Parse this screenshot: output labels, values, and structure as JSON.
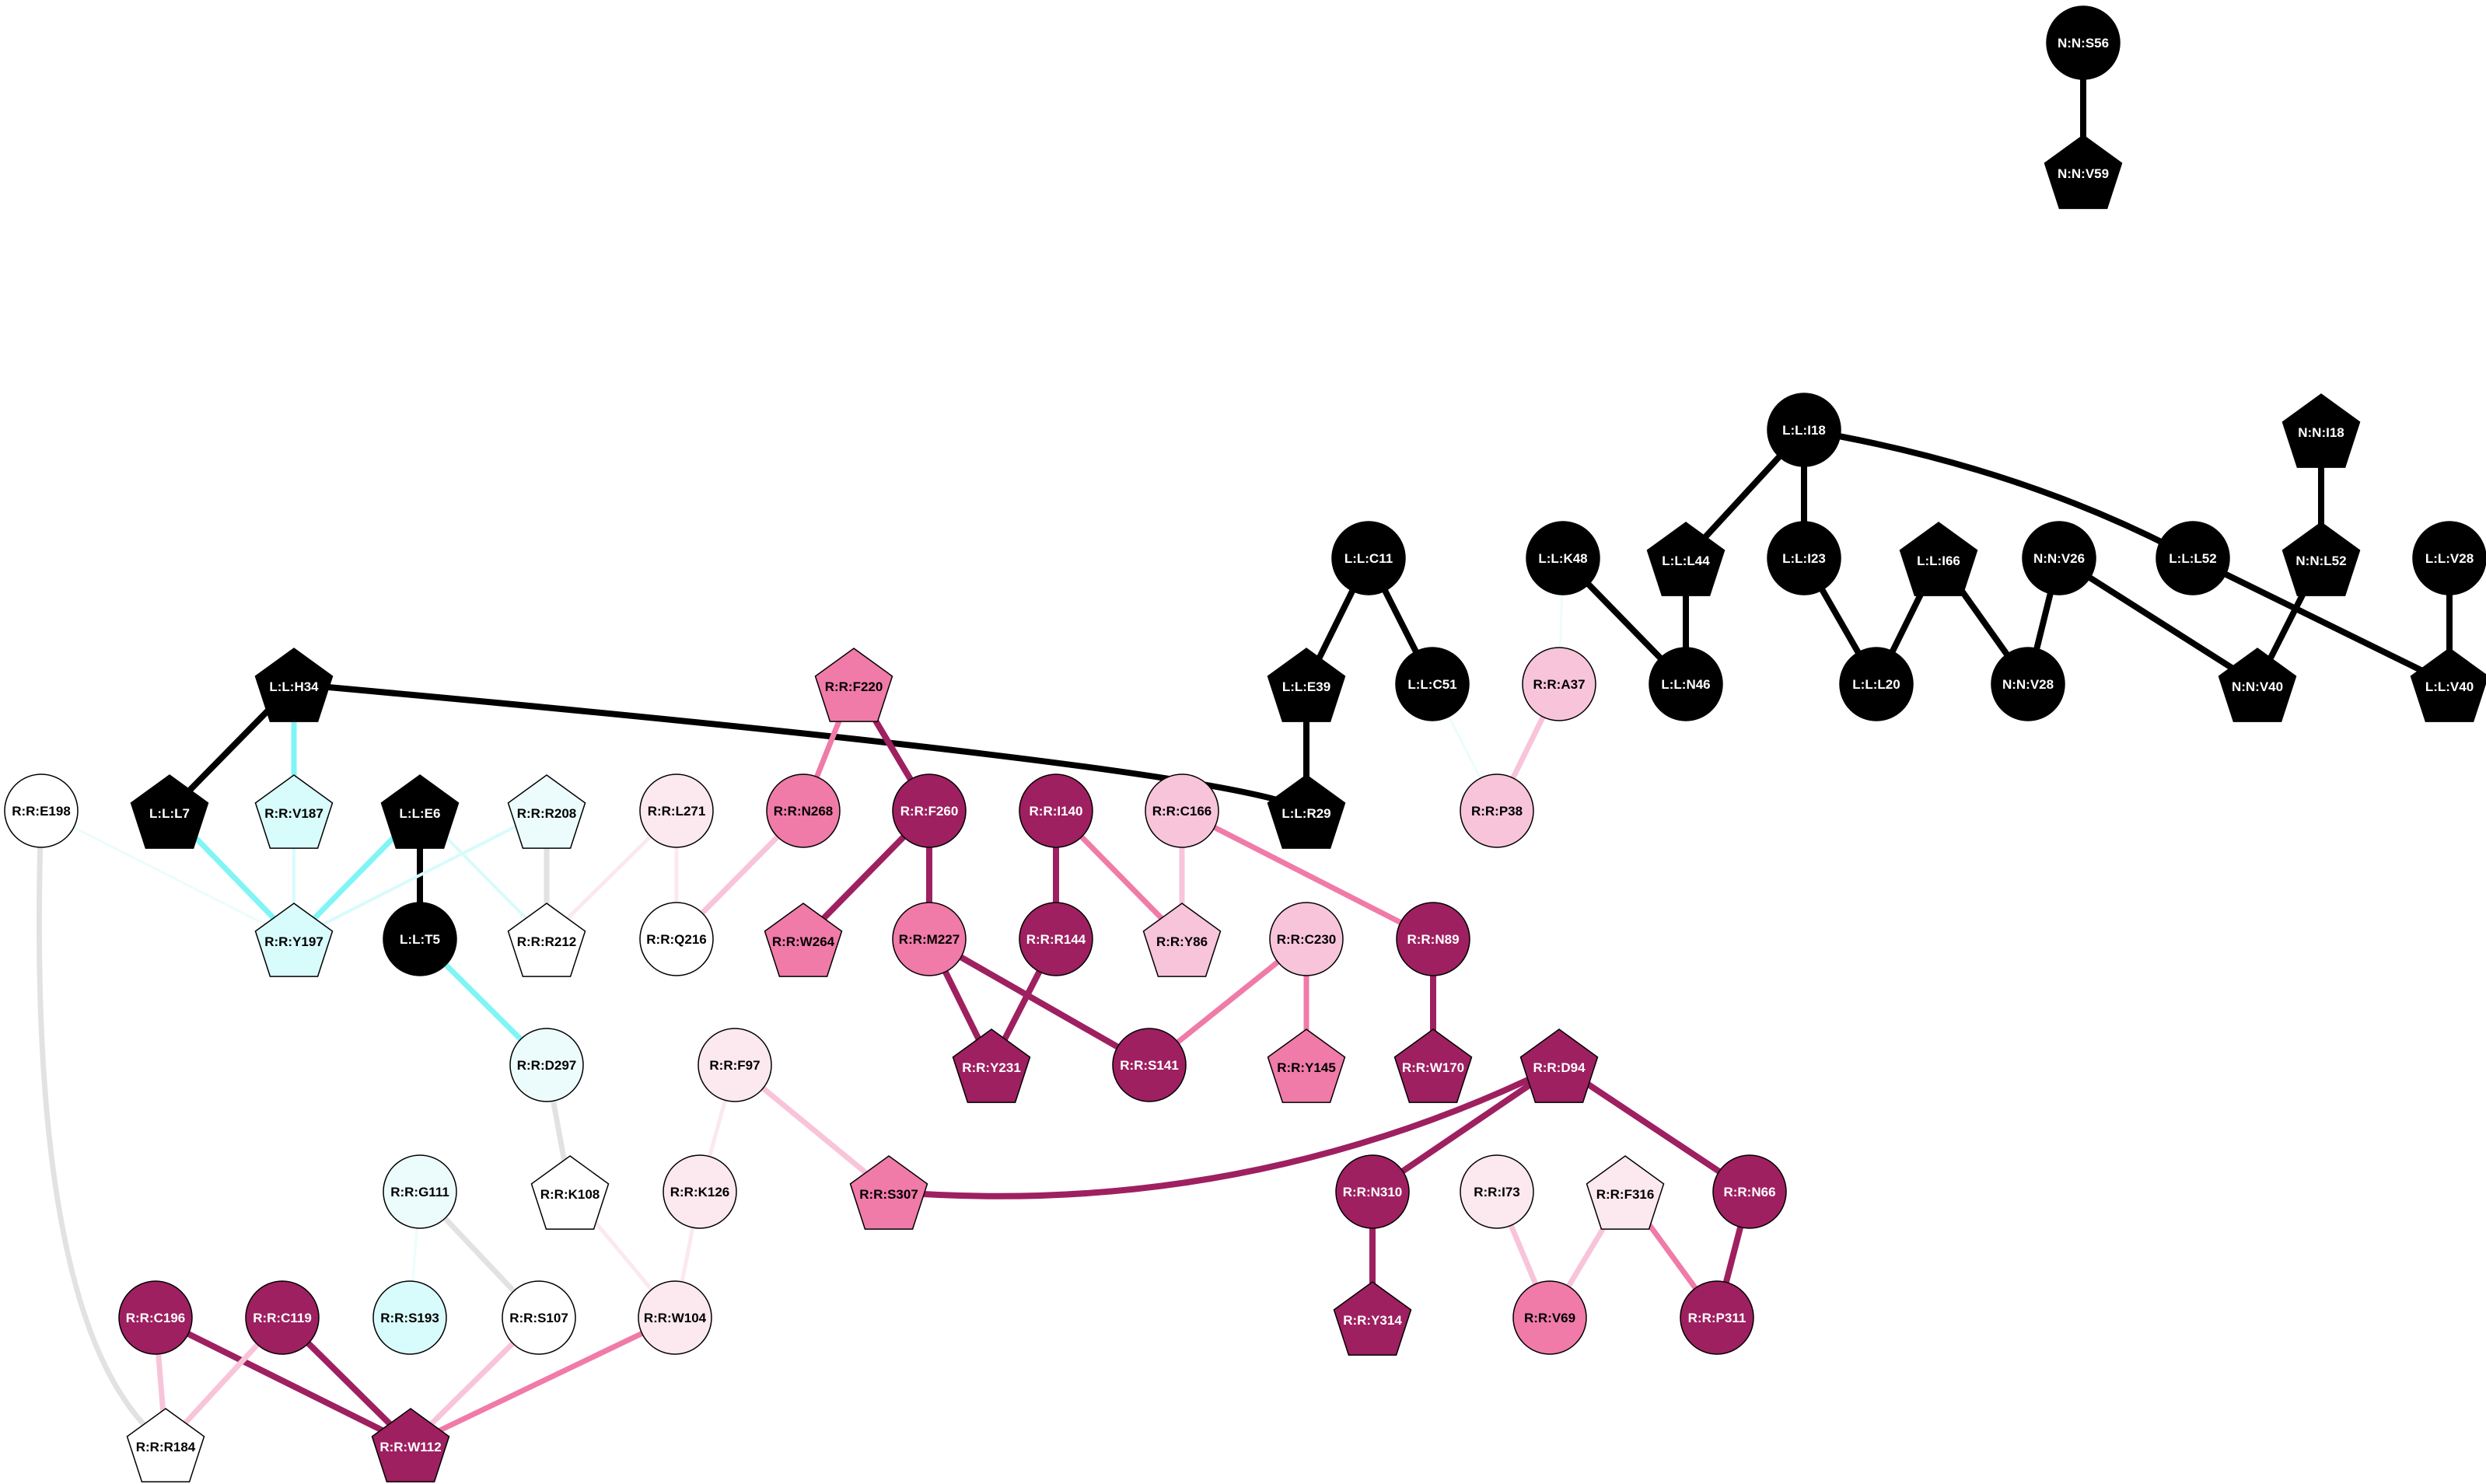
{
  "colors": {
    "black": "#000000",
    "crimson": "#9e2060",
    "pink": "#f07aa8",
    "light_pink": "#f8c4da",
    "pale_pink": "#fce8ef",
    "cyan": "#7ff5f5",
    "light_cyan": "#d8fbfb",
    "pale_cyan": "#ecfcfc",
    "white": "#ffffff",
    "gray": "#e2e2e2"
  },
  "nodes": [
    {
      "id": "NS56",
      "label": "N:N:S56",
      "shape": "circle",
      "fill": "black"
    },
    {
      "id": "NV59",
      "label": "N:N:V59",
      "shape": "pentagon",
      "fill": "black"
    },
    {
      "id": "LI18",
      "label": "L:L:I18",
      "shape": "circle",
      "fill": "black"
    },
    {
      "id": "NI18",
      "label": "N:N:I18",
      "shape": "pentagon",
      "fill": "black"
    },
    {
      "id": "LC11",
      "label": "L:L:C11",
      "shape": "circle",
      "fill": "black"
    },
    {
      "id": "LK48",
      "label": "L:L:K48",
      "shape": "circle",
      "fill": "black"
    },
    {
      "id": "LL44",
      "label": "L:L:L44",
      "shape": "pentagon",
      "fill": "black"
    },
    {
      "id": "LI23",
      "label": "L:L:I23",
      "shape": "circle",
      "fill": "black"
    },
    {
      "id": "LI66",
      "label": "L:L:I66",
      "shape": "pentagon",
      "fill": "black"
    },
    {
      "id": "NV26",
      "label": "N:N:V26",
      "shape": "circle",
      "fill": "black"
    },
    {
      "id": "LL52",
      "label": "L:L:L52",
      "shape": "circle",
      "fill": "black"
    },
    {
      "id": "NL52",
      "label": "N:N:L52",
      "shape": "pentagon",
      "fill": "black"
    },
    {
      "id": "LV28",
      "label": "L:L:V28",
      "shape": "circle",
      "fill": "black"
    },
    {
      "id": "LH34",
      "label": "L:L:H34",
      "shape": "pentagon",
      "fill": "black"
    },
    {
      "id": "RF220",
      "label": "R:R:F220",
      "shape": "pentagon",
      "fill": "pink"
    },
    {
      "id": "LE39",
      "label": "L:L:E39",
      "shape": "pentagon",
      "fill": "black"
    },
    {
      "id": "LC51",
      "label": "L:L:C51",
      "shape": "circle",
      "fill": "black"
    },
    {
      "id": "RA37",
      "label": "R:R:A37",
      "shape": "circle",
      "fill": "light_pink"
    },
    {
      "id": "LN46",
      "label": "L:L:N46",
      "shape": "circle",
      "fill": "black"
    },
    {
      "id": "LL20",
      "label": "L:L:L20",
      "shape": "circle",
      "fill": "black"
    },
    {
      "id": "NV28",
      "label": "N:N:V28",
      "shape": "circle",
      "fill": "black"
    },
    {
      "id": "NV40",
      "label": "N:N:V40",
      "shape": "pentagon",
      "fill": "black"
    },
    {
      "id": "LV40",
      "label": "L:L:V40",
      "shape": "pentagon",
      "fill": "black"
    },
    {
      "id": "RE198",
      "label": "R:R:E198",
      "shape": "circle",
      "fill": "white"
    },
    {
      "id": "LL7",
      "label": "L:L:L7",
      "shape": "pentagon",
      "fill": "black"
    },
    {
      "id": "RV187",
      "label": "R:R:V187",
      "shape": "pentagon",
      "fill": "light_cyan"
    },
    {
      "id": "LE6",
      "label": "L:L:E6",
      "shape": "pentagon",
      "fill": "black"
    },
    {
      "id": "RR208",
      "label": "R:R:R208",
      "shape": "pentagon",
      "fill": "pale_cyan"
    },
    {
      "id": "RL271",
      "label": "R:R:L271",
      "shape": "circle",
      "fill": "pale_pink"
    },
    {
      "id": "RN268",
      "label": "R:R:N268",
      "shape": "circle",
      "fill": "pink"
    },
    {
      "id": "RF260",
      "label": "R:R:F260",
      "shape": "circle",
      "fill": "crimson"
    },
    {
      "id": "RI140",
      "label": "R:R:I140",
      "shape": "circle",
      "fill": "crimson"
    },
    {
      "id": "RC166",
      "label": "R:R:C166",
      "shape": "circle",
      "fill": "light_pink"
    },
    {
      "id": "LR29",
      "label": "L:L:R29",
      "shape": "pentagon",
      "fill": "black"
    },
    {
      "id": "RP38",
      "label": "R:R:P38",
      "shape": "circle",
      "fill": "light_pink"
    },
    {
      "id": "RY197",
      "label": "R:R:Y197",
      "shape": "pentagon",
      "fill": "light_cyan"
    },
    {
      "id": "LT5",
      "label": "L:L:T5",
      "shape": "circle",
      "fill": "black"
    },
    {
      "id": "RR212",
      "label": "R:R:R212",
      "shape": "pentagon",
      "fill": "white"
    },
    {
      "id": "RQ216",
      "label": "R:R:Q216",
      "shape": "circle",
      "fill": "white"
    },
    {
      "id": "RW264",
      "label": "R:R:W264",
      "shape": "pentagon",
      "fill": "pink"
    },
    {
      "id": "RM227",
      "label": "R:R:M227",
      "shape": "circle",
      "fill": "pink"
    },
    {
      "id": "RR144",
      "label": "R:R:R144",
      "shape": "circle",
      "fill": "crimson"
    },
    {
      "id": "RY86",
      "label": "R:R:Y86",
      "shape": "pentagon",
      "fill": "light_pink"
    },
    {
      "id": "RC230",
      "label": "R:R:C230",
      "shape": "circle",
      "fill": "light_pink"
    },
    {
      "id": "RN89",
      "label": "R:R:N89",
      "shape": "circle",
      "fill": "crimson"
    },
    {
      "id": "RD297",
      "label": "R:R:D297",
      "shape": "circle",
      "fill": "pale_cyan"
    },
    {
      "id": "RF97",
      "label": "R:R:F97",
      "shape": "circle",
      "fill": "pale_pink"
    },
    {
      "id": "RY231",
      "label": "R:R:Y231",
      "shape": "pentagon",
      "fill": "crimson"
    },
    {
      "id": "RS141",
      "label": "R:R:S141",
      "shape": "circle",
      "fill": "crimson"
    },
    {
      "id": "RY145",
      "label": "R:R:Y145",
      "shape": "pentagon",
      "fill": "pink"
    },
    {
      "id": "RW170",
      "label": "R:R:W170",
      "shape": "pentagon",
      "fill": "crimson"
    },
    {
      "id": "RD94",
      "label": "R:R:D94",
      "shape": "pentagon",
      "fill": "crimson"
    },
    {
      "id": "RG111",
      "label": "R:R:G111",
      "shape": "circle",
      "fill": "pale_cyan"
    },
    {
      "id": "RK108",
      "label": "R:R:K108",
      "shape": "pentagon",
      "fill": "white"
    },
    {
      "id": "RK126",
      "label": "R:R:K126",
      "shape": "circle",
      "fill": "pale_pink"
    },
    {
      "id": "RS307",
      "label": "R:R:S307",
      "shape": "pentagon",
      "fill": "pink"
    },
    {
      "id": "RN310",
      "label": "R:R:N310",
      "shape": "circle",
      "fill": "crimson"
    },
    {
      "id": "RI73",
      "label": "R:R:I73",
      "shape": "circle",
      "fill": "pale_pink"
    },
    {
      "id": "RF316",
      "label": "R:R:F316",
      "shape": "pentagon",
      "fill": "pale_pink"
    },
    {
      "id": "RN66",
      "label": "R:R:N66",
      "shape": "circle",
      "fill": "crimson"
    },
    {
      "id": "RC196",
      "label": "R:R:C196",
      "shape": "circle",
      "fill": "crimson"
    },
    {
      "id": "RC119",
      "label": "R:R:C119",
      "shape": "circle",
      "fill": "crimson"
    },
    {
      "id": "RS193",
      "label": "R:R:S193",
      "shape": "circle",
      "fill": "light_cyan"
    },
    {
      "id": "RS107",
      "label": "R:R:S107",
      "shape": "circle",
      "fill": "white"
    },
    {
      "id": "RW104",
      "label": "R:R:W104",
      "shape": "circle",
      "fill": "pale_pink"
    },
    {
      "id": "RY314",
      "label": "R:R:Y314",
      "shape": "pentagon",
      "fill": "crimson"
    },
    {
      "id": "RV69",
      "label": "R:R:V69",
      "shape": "circle",
      "fill": "pink"
    },
    {
      "id": "RP311",
      "label": "R:R:P311",
      "shape": "circle",
      "fill": "crimson"
    },
    {
      "id": "RR184",
      "label": "R:R:R184",
      "shape": "pentagon",
      "fill": "white"
    },
    {
      "id": "RW112",
      "label": "R:R:W112",
      "shape": "pentagon",
      "fill": "crimson"
    }
  ],
  "edges": [
    {
      "source": "NS56",
      "target": "NV59",
      "color": "black"
    },
    {
      "source": "LI18",
      "target": "LL44",
      "color": "black"
    },
    {
      "source": "LI18",
      "target": "LI23",
      "color": "black"
    },
    {
      "source": "LI18",
      "target": "LL52",
      "color": "black"
    },
    {
      "source": "NI18",
      "target": "NL52",
      "color": "black"
    },
    {
      "source": "LC11",
      "target": "LE39",
      "color": "black"
    },
    {
      "source": "LC11",
      "target": "LC51",
      "color": "black"
    },
    {
      "source": "LK48",
      "target": "LN46",
      "color": "black"
    },
    {
      "source": "LK48",
      "target": "RA37",
      "color": "pale_cyan"
    },
    {
      "source": "LL44",
      "target": "LN46",
      "color": "black"
    },
    {
      "source": "LI23",
      "target": "LL20",
      "color": "black"
    },
    {
      "source": "LI66",
      "target": "LL20",
      "color": "black"
    },
    {
      "source": "LI66",
      "target": "NV28",
      "color": "black"
    },
    {
      "source": "NV26",
      "target": "NV28",
      "color": "black"
    },
    {
      "source": "NV26",
      "target": "NV40",
      "color": "black"
    },
    {
      "source": "NL52",
      "target": "NV40",
      "color": "black"
    },
    {
      "source": "LL52",
      "target": "LV40",
      "color": "black"
    },
    {
      "source": "LV28",
      "target": "LV40",
      "color": "black"
    },
    {
      "source": "LE39",
      "target": "LR29",
      "color": "black"
    },
    {
      "source": "LH34",
      "target": "LR29",
      "color": "black"
    },
    {
      "source": "LH34",
      "target": "LL7",
      "color": "black"
    },
    {
      "source": "LH34",
      "target": "RV187",
      "color": "cyan"
    },
    {
      "source": "LC51",
      "target": "RP38",
      "color": "pale_cyan"
    },
    {
      "source": "RA37",
      "target": "RP38",
      "color": "light_pink"
    },
    {
      "source": "RF220",
      "target": "RN268",
      "color": "pink"
    },
    {
      "source": "RF220",
      "target": "RF260",
      "color": "crimson"
    },
    {
      "source": "RE198",
      "target": "RY197",
      "color": "pale_cyan"
    },
    {
      "source": "RE198",
      "target": "RR184",
      "color": "gray"
    },
    {
      "source": "LL7",
      "target": "RY197",
      "color": "cyan"
    },
    {
      "source": "RV187",
      "target": "RY197",
      "color": "light_cyan"
    },
    {
      "source": "LE6",
      "target": "RY197",
      "color": "cyan"
    },
    {
      "source": "LE6",
      "target": "LT5",
      "color": "black"
    },
    {
      "source": "LE6",
      "target": "RR212",
      "color": "light_cyan"
    },
    {
      "source": "RR208",
      "target": "RY197",
      "color": "light_cyan"
    },
    {
      "source": "RR208",
      "target": "RR212",
      "color": "gray"
    },
    {
      "source": "RL271",
      "target": "RR212",
      "color": "pale_pink"
    },
    {
      "source": "RL271",
      "target": "RQ216",
      "color": "pale_pink"
    },
    {
      "source": "RN268",
      "target": "RQ216",
      "color": "light_pink"
    },
    {
      "source": "RF260",
      "target": "RW264",
      "color": "crimson"
    },
    {
      "source": "RF260",
      "target": "RM227",
      "color": "crimson"
    },
    {
      "source": "RI140",
      "target": "RR144",
      "color": "crimson"
    },
    {
      "source": "RI140",
      "target": "RY86",
      "color": "pink"
    },
    {
      "source": "RC166",
      "target": "RY86",
      "color": "light_pink"
    },
    {
      "source": "RC166",
      "target": "RN89",
      "color": "pink"
    },
    {
      "source": "LT5",
      "target": "RD297",
      "color": "cyan"
    },
    {
      "source": "RM227",
      "target": "RY231",
      "color": "crimson"
    },
    {
      "source": "RM227",
      "target": "RS141",
      "color": "crimson"
    },
    {
      "source": "RR144",
      "target": "RY231",
      "color": "crimson"
    },
    {
      "source": "RC230",
      "target": "RS141",
      "color": "pink"
    },
    {
      "source": "RC230",
      "target": "RY145",
      "color": "pink"
    },
    {
      "source": "RN89",
      "target": "RW170",
      "color": "crimson"
    },
    {
      "source": "RD297",
      "target": "RK108",
      "color": "gray"
    },
    {
      "source": "RF97",
      "target": "RK126",
      "color": "pale_pink"
    },
    {
      "source": "RF97",
      "target": "RS307",
      "color": "light_pink"
    },
    {
      "source": "RD94",
      "target": "RS307",
      "color": "crimson"
    },
    {
      "source": "RD94",
      "target": "RN310",
      "color": "crimson"
    },
    {
      "source": "RD94",
      "target": "RN66",
      "color": "crimson"
    },
    {
      "source": "RN310",
      "target": "RY314",
      "color": "crimson"
    },
    {
      "source": "RI73",
      "target": "RV69",
      "color": "light_pink"
    },
    {
      "source": "RF316",
      "target": "RV69",
      "color": "light_pink"
    },
    {
      "source": "RF316",
      "target": "RP311",
      "color": "pink"
    },
    {
      "source": "RN66",
      "target": "RP311",
      "color": "crimson"
    },
    {
      "source": "RG111",
      "target": "RS193",
      "color": "pale_cyan"
    },
    {
      "source": "RG111",
      "target": "RS107",
      "color": "gray"
    },
    {
      "source": "RK126",
      "target": "RW104",
      "color": "pale_pink"
    },
    {
      "source": "RK108",
      "target": "RW104",
      "color": "pale_pink"
    },
    {
      "source": "RC196",
      "target": "RR184",
      "color": "light_pink"
    },
    {
      "source": "RC196",
      "target": "RW112",
      "color": "crimson"
    },
    {
      "source": "RC119",
      "target": "RR184",
      "color": "light_pink"
    },
    {
      "source": "RC119",
      "target": "RW112",
      "color": "crimson"
    },
    {
      "source": "RS107",
      "target": "RW112",
      "color": "light_pink"
    },
    {
      "source": "RW104",
      "target": "RW112",
      "color": "pink"
    }
  ]
}
